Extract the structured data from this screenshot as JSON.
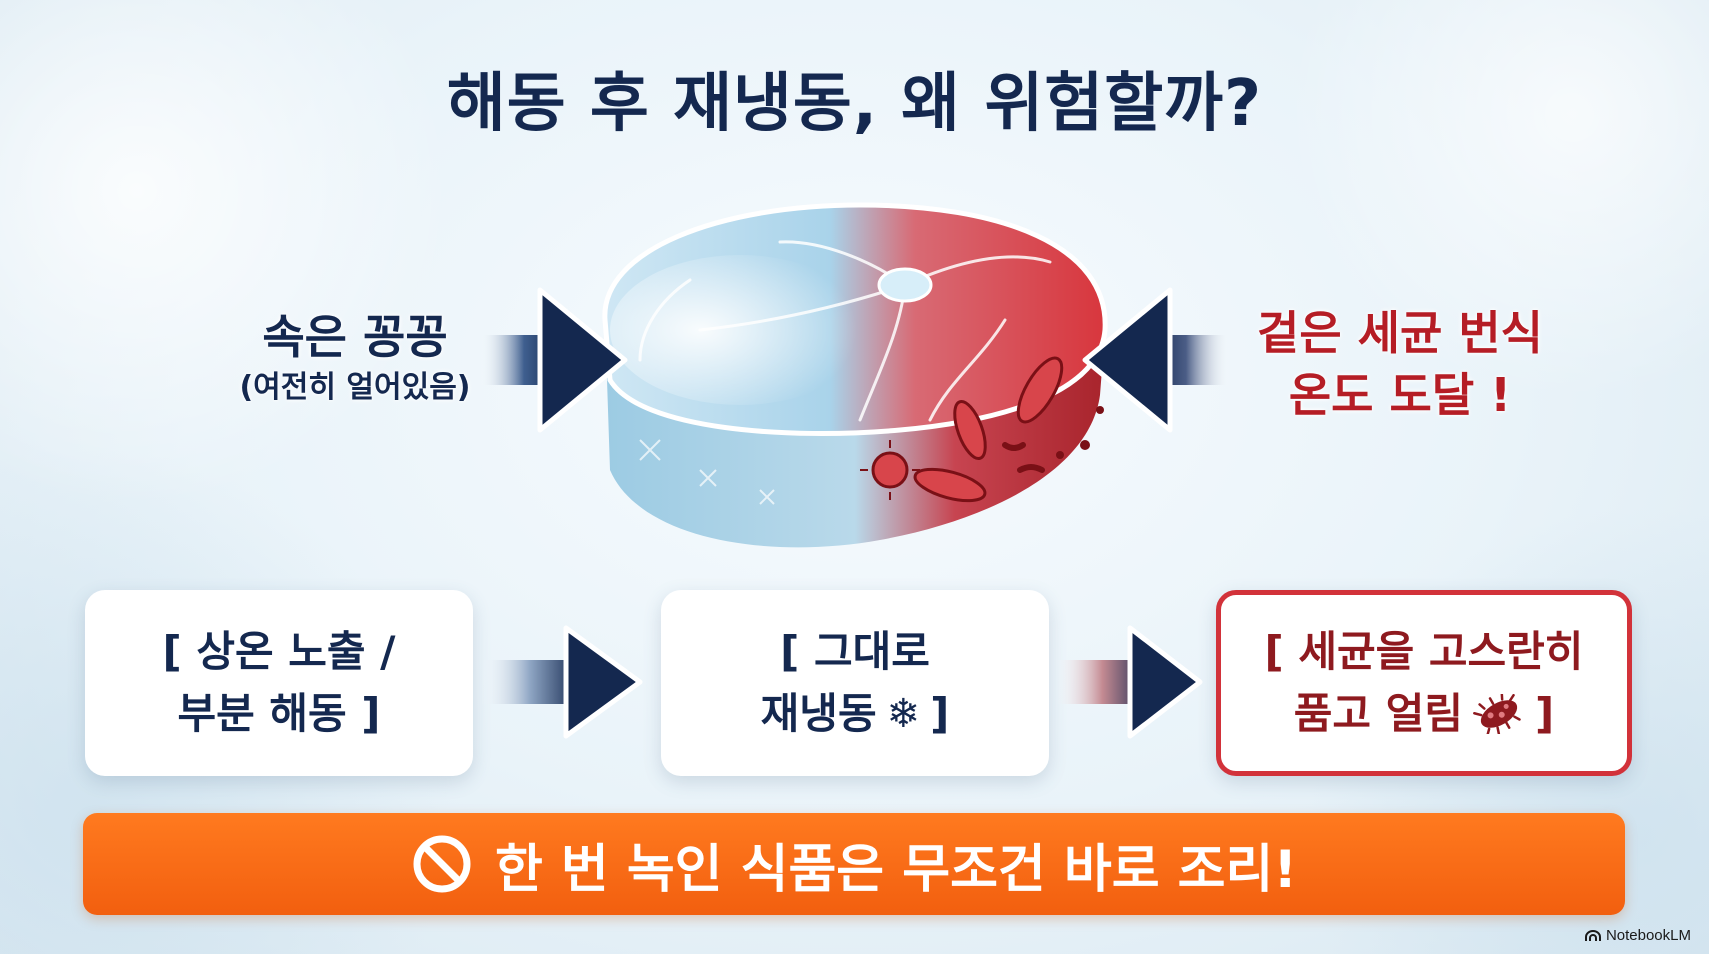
{
  "title": "해동 후 재냉동, 왜 위험할까?",
  "left_label": {
    "main": "속은 꽁꽁",
    "sub": "(여전히 얼어있음)"
  },
  "right_label": {
    "line1": "겉은 세균 번식",
    "line2": "온도 도달 !"
  },
  "steps": [
    {
      "line1": "[ 상온 노출 /",
      "line2": "부분 해동 ]"
    },
    {
      "line1": "[ 그대로",
      "line2": "재냉동",
      "line2_end": "]",
      "icon": "snowflake-icon",
      "glyph": "❄"
    },
    {
      "line1": "[ 세균을 고스란히",
      "line2": "품고 얼림",
      "line2_end": "]",
      "icon": "bacteria-icon"
    }
  ],
  "banner": {
    "icon": "no-sign-icon",
    "text": "한 번 녹인 식품은 무조건 바로 조리!"
  },
  "brand": "NotebookLM",
  "colors": {
    "navy": "#14284f",
    "danger_red": "#b51d25",
    "banner_orange": "#f25f0f",
    "frozen_blue": "#a9d3ea"
  }
}
